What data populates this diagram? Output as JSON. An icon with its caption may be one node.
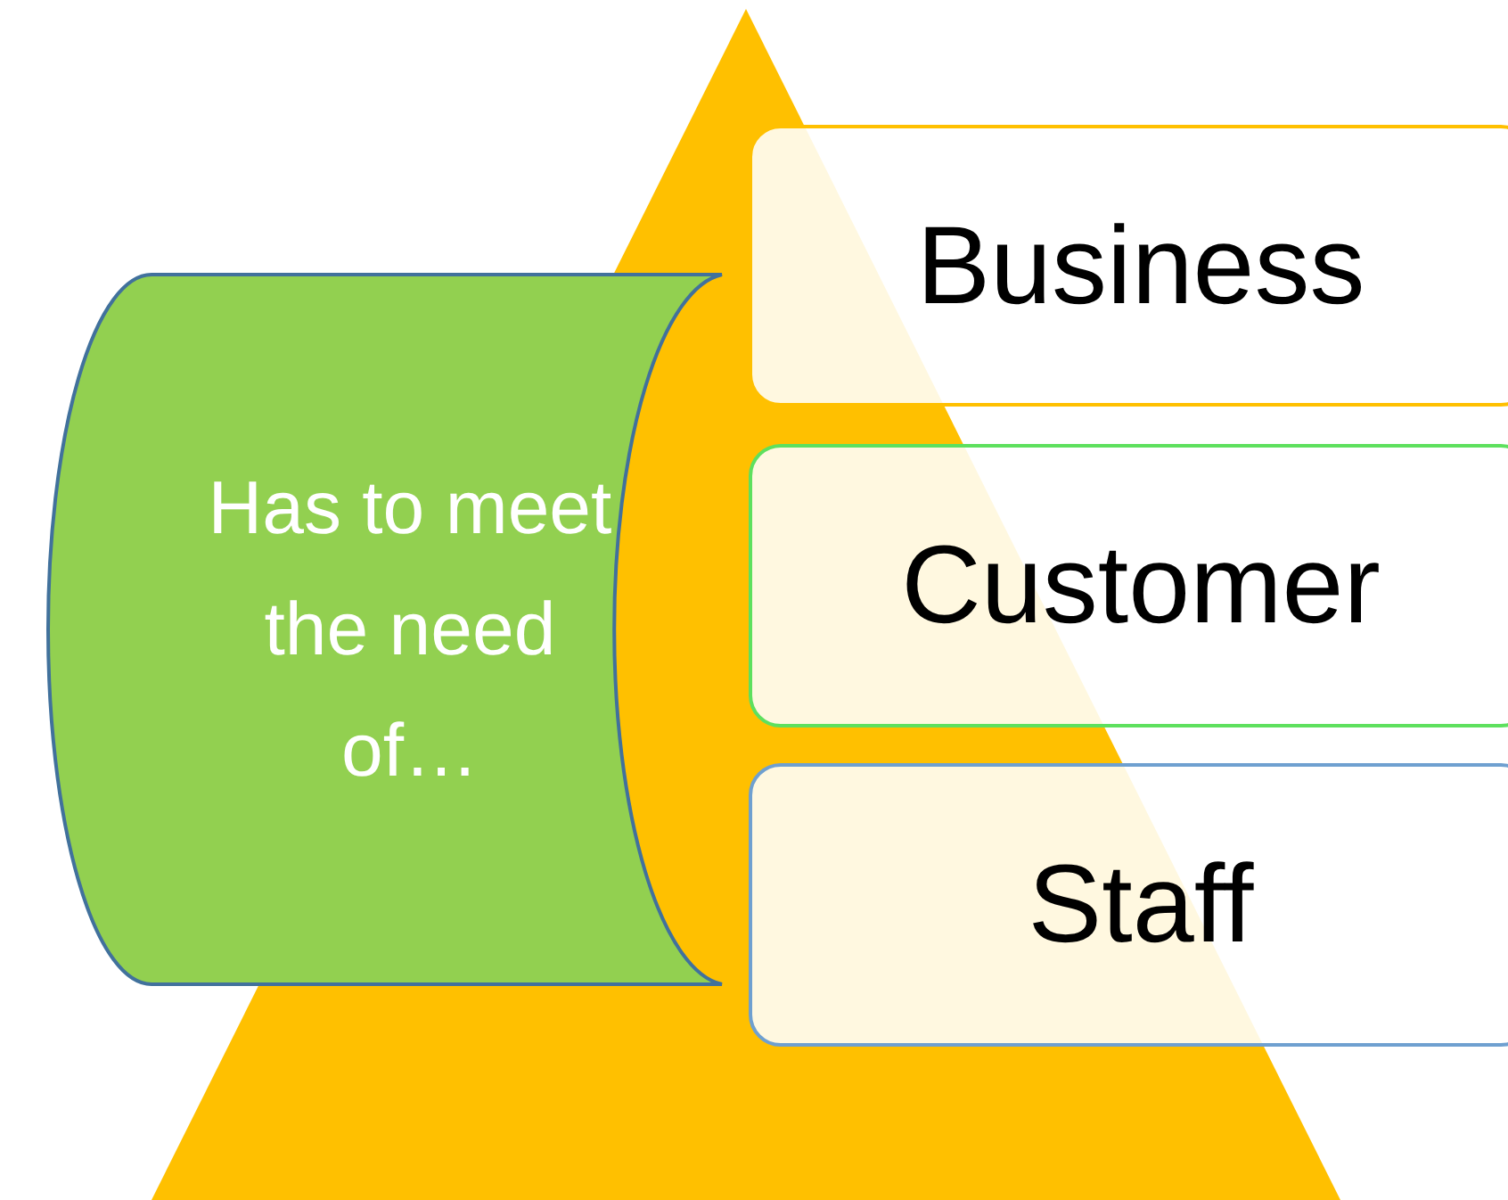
{
  "diagram": {
    "nodes": [
      {
        "text": [],
        "shape": "triangle"
      },
      {
        "text": [
          "Has to meet the need of…"
        ]
      },
      {
        "text": [
          "Business"
        ]
      },
      {
        "text": [
          "Customer"
        ]
      },
      {
        "text": [
          "Staff"
        ]
      }
    ]
  }
}
